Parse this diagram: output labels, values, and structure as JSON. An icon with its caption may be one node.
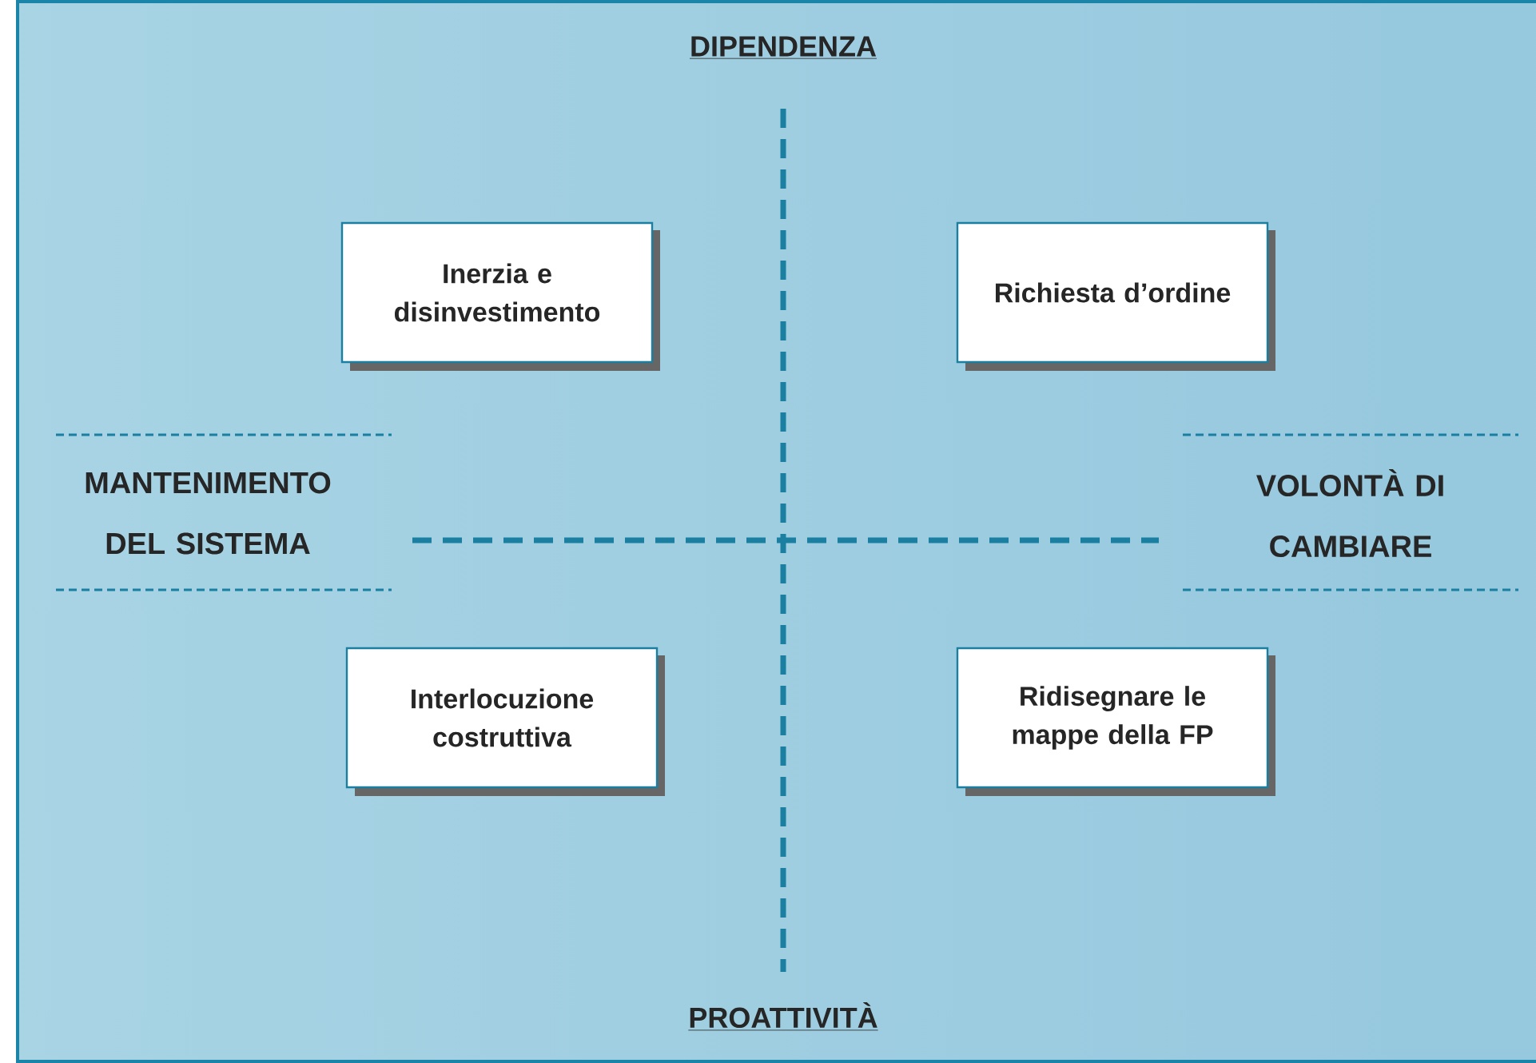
{
  "diagram": {
    "nodes": [
      {
        "text": [
          "Inerzia e disinvestimento"
        ]
      },
      {
        "text": [
          "Richiesta d’ordine"
        ]
      },
      {
        "text": [
          "Interlocuzione costruttiva"
        ]
      },
      {
        "text": [
          "Ridisegnare le mappe della FP"
        ]
      }
    ],
    "labels": [
      "DIPENDENZA",
      "MANTENIMENTO DEL SISTEMA",
      "VOLONTÀ DI CAMBIARE",
      "PROATTIVITÀ"
    ]
  }
}
